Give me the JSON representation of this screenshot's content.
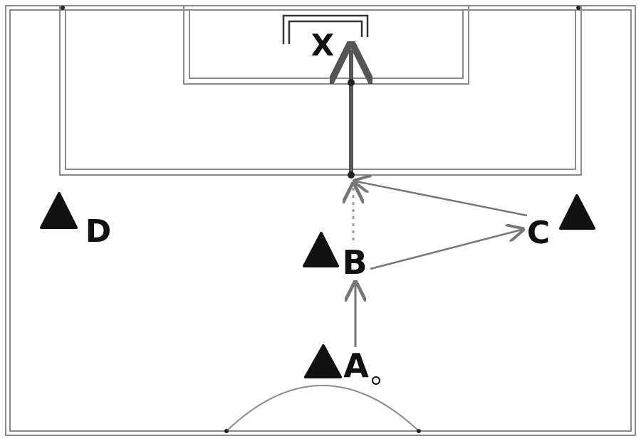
{
  "labels": {
    "goalkeeper": "X",
    "player_a": "A",
    "player_b": "B",
    "player_c": "C",
    "player_d": "D"
  },
  "colors": {
    "lines": "#8a8a8a",
    "ink": "#111111",
    "pass": "#777777",
    "background": "#ffffff"
  },
  "markers": [
    "cone-icon",
    "cone-icon",
    "cone-icon",
    "cone-icon"
  ]
}
